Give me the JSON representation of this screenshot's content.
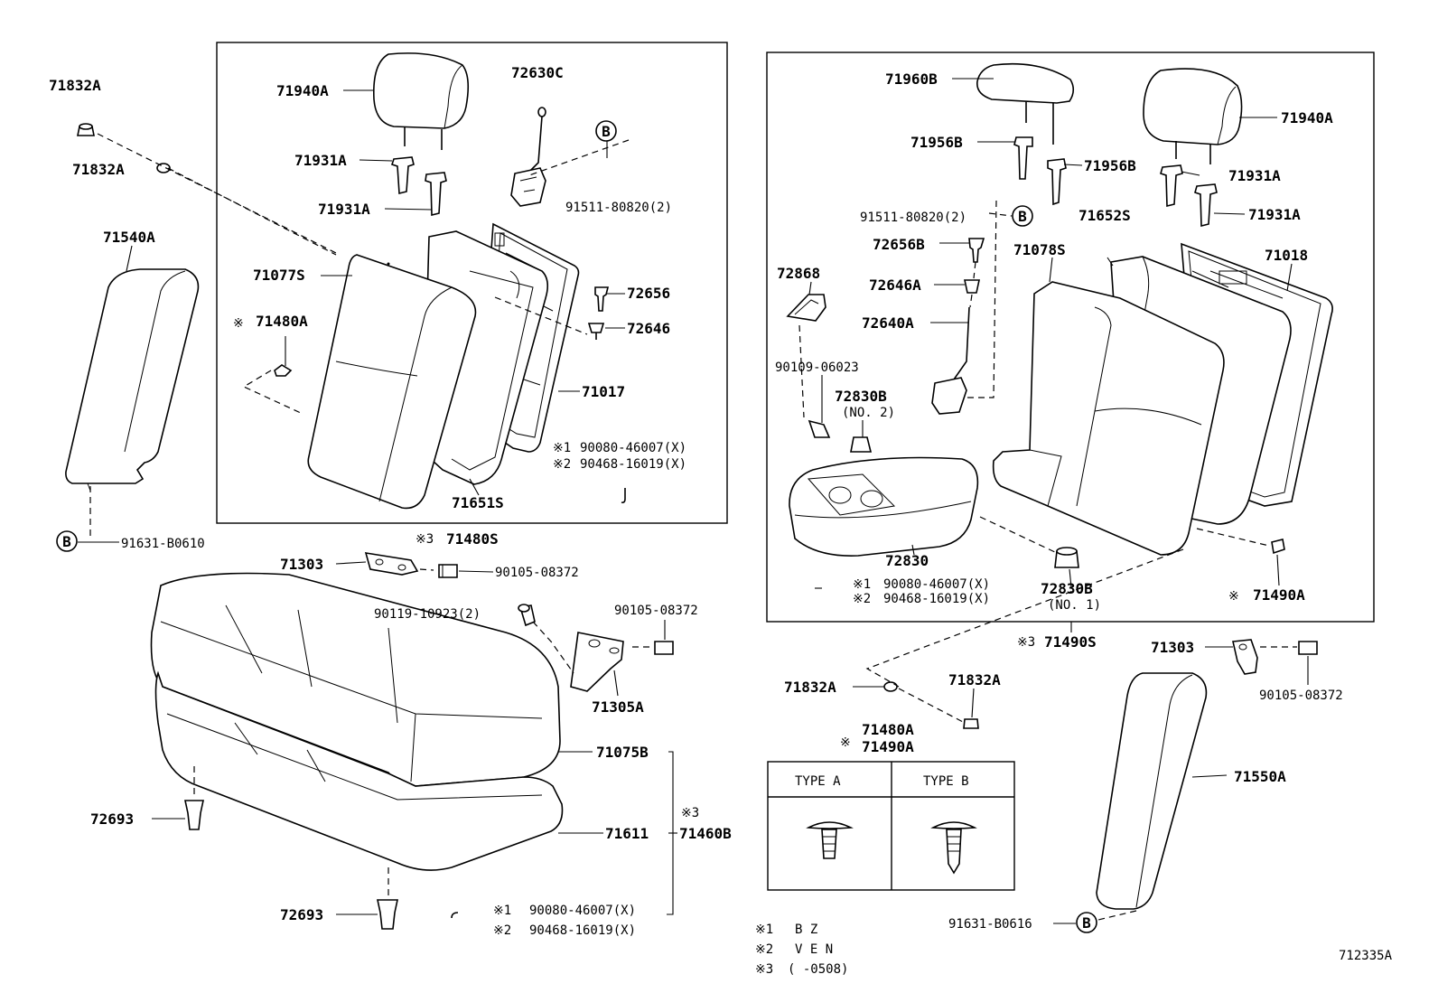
{
  "labels": {
    "p71832a_top": "71832A",
    "p71832a_2": "71832A",
    "p71540a": "71540A",
    "p91631_b0610": "91631-B0610",
    "p71940a_l": "71940A",
    "p72630c": "72630C",
    "p71931a_l1": "71931A",
    "p71931a_l2": "71931A",
    "p91511_l": "91511-80820(2)",
    "p71077s": "71077S",
    "p71480a": "71480A",
    "p72656": "72656",
    "p72646": "72646",
    "p71017": "71017",
    "n1_90080_l": "90080-46007(X)",
    "n2_90468_l": "90468-16019(X)",
    "p71651s": "71651S",
    "p71480s": "71480S",
    "p71303_l": "71303",
    "p90105_a": "90105-08372",
    "p90119": "90119-10923(2)",
    "p90105_b": "90105-08372",
    "p71305a": "71305A",
    "p71075b": "71075B",
    "p72693_1": "72693",
    "p71611": "71611",
    "p71460b": "71460B",
    "p72693_2": "72693",
    "n1_90080_b": "90080-46007(X)",
    "n2_90468_b": "90468-16019(X)",
    "p71960b": "71960B",
    "p71940a_r": "71940A",
    "p71956b_1": "71956B",
    "p71956b_2": "71956B",
    "p71931a_r1": "71931A",
    "p71931a_r2": "71931A",
    "p91511_r": "91511-80820(2)",
    "p72656b": "72656B",
    "p71652s": "71652S",
    "p71078s": "71078S",
    "p71018": "71018",
    "p72868": "72868",
    "p72646a": "72646A",
    "p72640a": "72640A",
    "p90109": "90109-06023",
    "p72830b_no2": "72830B",
    "no2": "(NO. 2)",
    "p72830": "72830",
    "n1_90080_r": "90080-46007(X)",
    "n2_90468_r": "90468-16019(X)",
    "p72830b_no1": "72830B",
    "no1": "(NO. 1)",
    "p71490a": "71490A",
    "p71490s": "71490S",
    "p71303_r": "71303",
    "p90105_c": "90105-08372",
    "p71832a_3": "71832A",
    "p71832a_4": "71832A",
    "p71480a_t": "71480A",
    "p71490a_t": "71490A",
    "p71550a": "71550A",
    "p91631_b0616": "91631-B0616",
    "callout_b": "B",
    "ref_mark": "※",
    "n1": "※1",
    "n2": "※2",
    "n3": "※3",
    "type_a": "TYPE A",
    "type_b": "TYPE B",
    "legend1_text": "B Z",
    "legend2_text": "V E N",
    "legend3_text": "(        -0508)",
    "diagram_id": "712335A"
  }
}
